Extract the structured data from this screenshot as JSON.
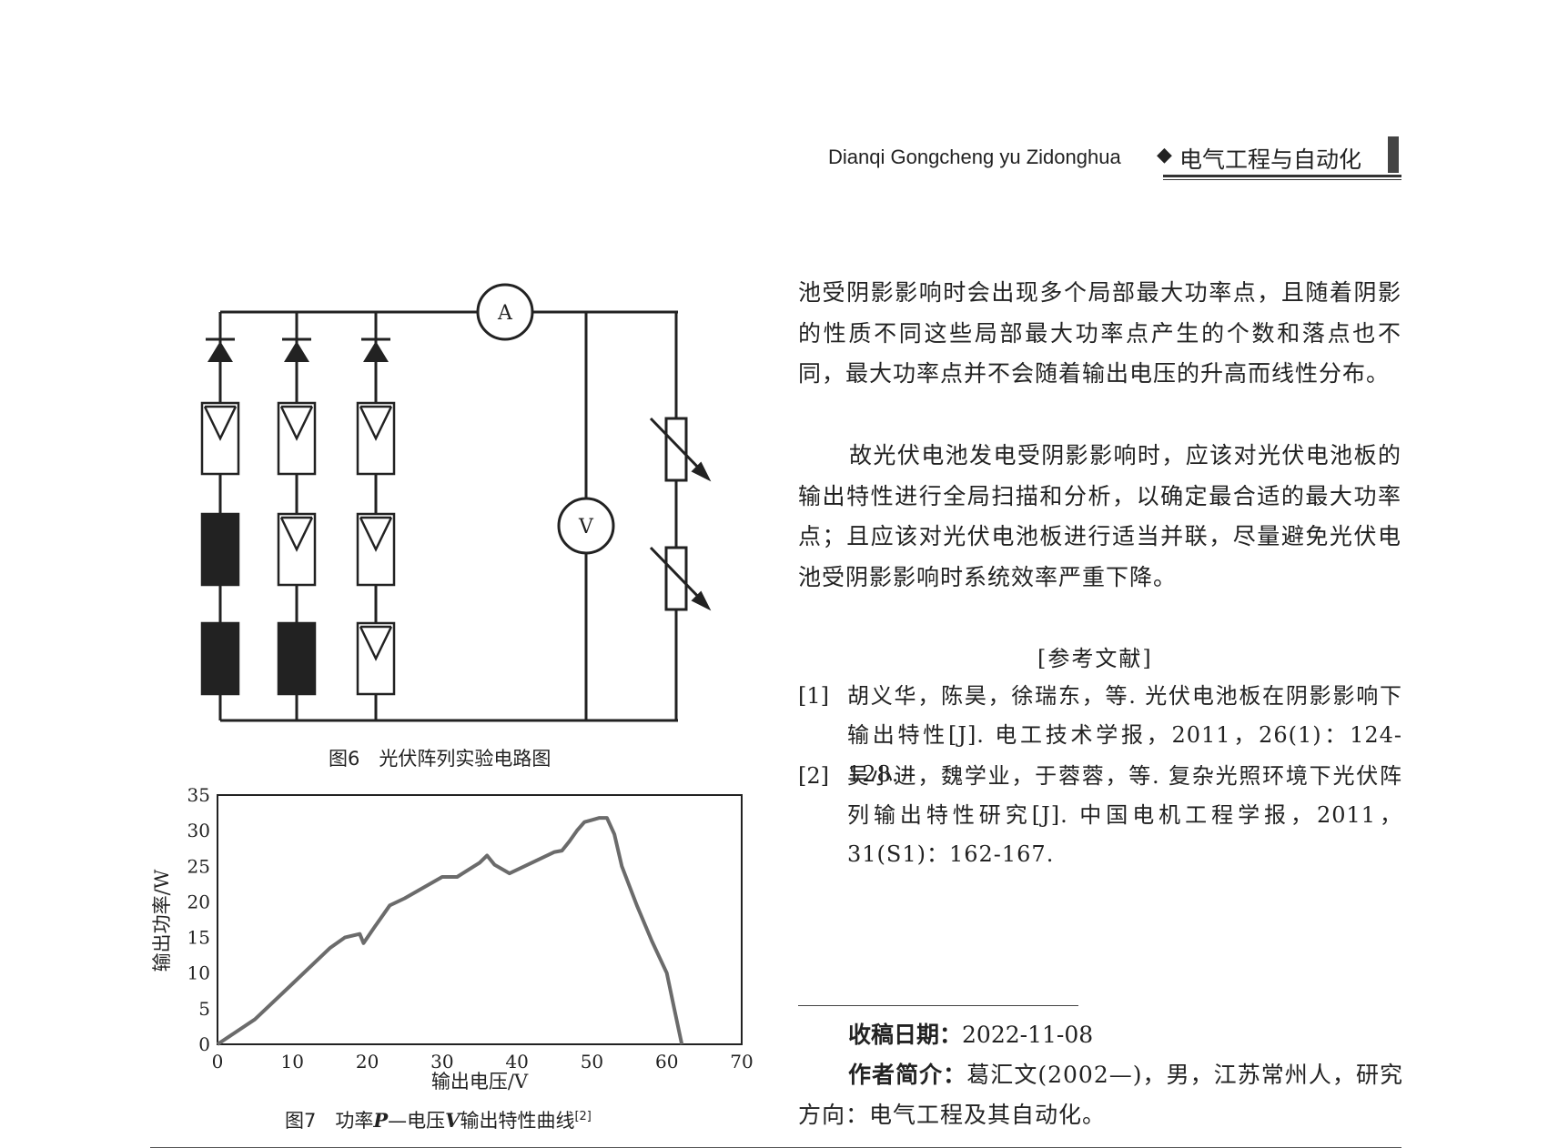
{
  "header": {
    "journal_pinyin": "Dianqi Gongcheng yu Zidonghua",
    "separator": "◆",
    "journal_cn": "电气工程与自动化"
  },
  "body": {
    "para1": "池受阴影影响时会出现多个局部最大功率点，且随着阴影的性质不同这些局部最大功率点产生的个数和落点也不同，最大功率点并不会随着输出电压的升高而线性分布。",
    "para2": "故光伏电池发电受阴影影响时，应该对光伏电池板的输出特性进行全局扫描和分析，以确定最合适的最大功率点；且应该对光伏电池板进行适当并联，尽量避免光伏电池受阴影影响时系统效率严重下降。"
  },
  "references": {
    "title": "[参考文献]",
    "items": [
      {
        "num": "[1]",
        "text": "胡义华，陈昊，徐瑞东，等. 光伏电池板在阴影影响下输出特性[J]. 电工技术学报，2011，26(1)：124-128."
      },
      {
        "num": "[2]",
        "text": "吴小进，魏学业，于蓉蓉，等. 复杂光照环境下光伏阵列输出特性研究[J]. 中国电机工程学报，2011，31(S1)：162-167."
      }
    ]
  },
  "footnote": {
    "received_label": "收稿日期：",
    "received_value": "2022-11-08",
    "author_label": "作者简介：",
    "author_value": "葛汇文(2002—)，男，江苏常州人，研究方向：电气工程及其自动化。"
  },
  "figure6": {
    "caption": "图6　光伏阵列实验电路图",
    "ammeter_label": "A",
    "voltmeter_label": "V"
  },
  "figure7": {
    "caption_prefix": "图7　功率",
    "caption_p": "P",
    "caption_mid": "—电压",
    "caption_v": "V",
    "caption_suffix": "输出特性曲线",
    "caption_ref": "[2]"
  },
  "chart_data": {
    "type": "line",
    "title": "",
    "xlabel": "输出电压/V",
    "ylabel": "输出功率/W",
    "xlim": [
      0,
      70
    ],
    "ylim": [
      0,
      35
    ],
    "xticks": [
      0,
      10,
      20,
      30,
      40,
      50,
      60,
      70
    ],
    "yticks": [
      0,
      5,
      10,
      15,
      20,
      25,
      30,
      35
    ],
    "grid": false,
    "series": [
      {
        "color": "#6b6b6b",
        "x": [
          0,
          5,
          10,
          15,
          17,
          19,
          19.5,
          21,
          23,
          25,
          30,
          32,
          35,
          36,
          37,
          39,
          40,
          45,
          46,
          47,
          48,
          49,
          50,
          51,
          52,
          53,
          54,
          56,
          58,
          60,
          61,
          62
        ],
        "y": [
          0,
          3.5,
          8.5,
          13.5,
          15,
          15.5,
          14.2,
          16.5,
          19.5,
          20.5,
          23.5,
          23.5,
          25.5,
          26.5,
          25.2,
          24,
          24.5,
          27,
          27.2,
          28.5,
          30,
          31.2,
          31.5,
          31.8,
          31.8,
          29.5,
          25,
          19.5,
          14.5,
          10,
          5,
          0
        ]
      }
    ]
  }
}
